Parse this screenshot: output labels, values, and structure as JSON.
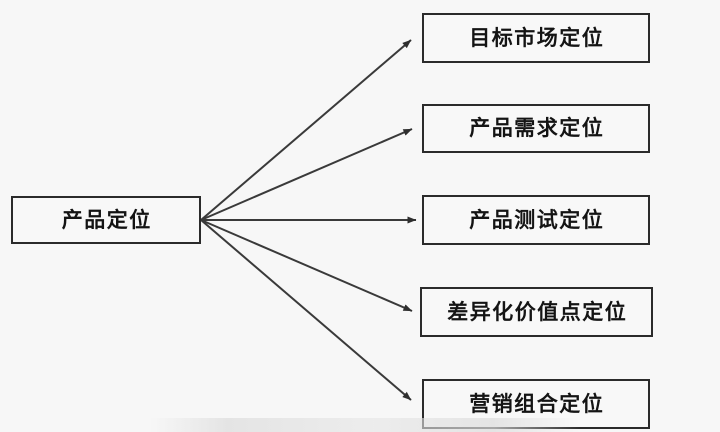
{
  "diagram": {
    "type": "fan-out-tree",
    "title": "产品定位",
    "root": {
      "label": "产品定位"
    },
    "leaves": [
      {
        "label": "目标市场定位"
      },
      {
        "label": "产品需求定位"
      },
      {
        "label": "产品测试定位"
      },
      {
        "label": "差异化价值点定位"
      },
      {
        "label": "营销组合定位"
      }
    ],
    "edges": [
      {
        "from": "产品定位",
        "to": "目标市场定位"
      },
      {
        "from": "产品定位",
        "to": "产品需求定位"
      },
      {
        "from": "产品定位",
        "to": "产品测试定位"
      },
      {
        "from": "产品定位",
        "to": "差异化价值点定位"
      },
      {
        "from": "产品定位",
        "to": "营销组合定位"
      }
    ],
    "colors": {
      "background": "#f7f7f7",
      "box_fill": "#f8f8f8",
      "box_border": "#2b2b2b",
      "text": "#141414",
      "arrow": "#3a3a3a"
    }
  }
}
